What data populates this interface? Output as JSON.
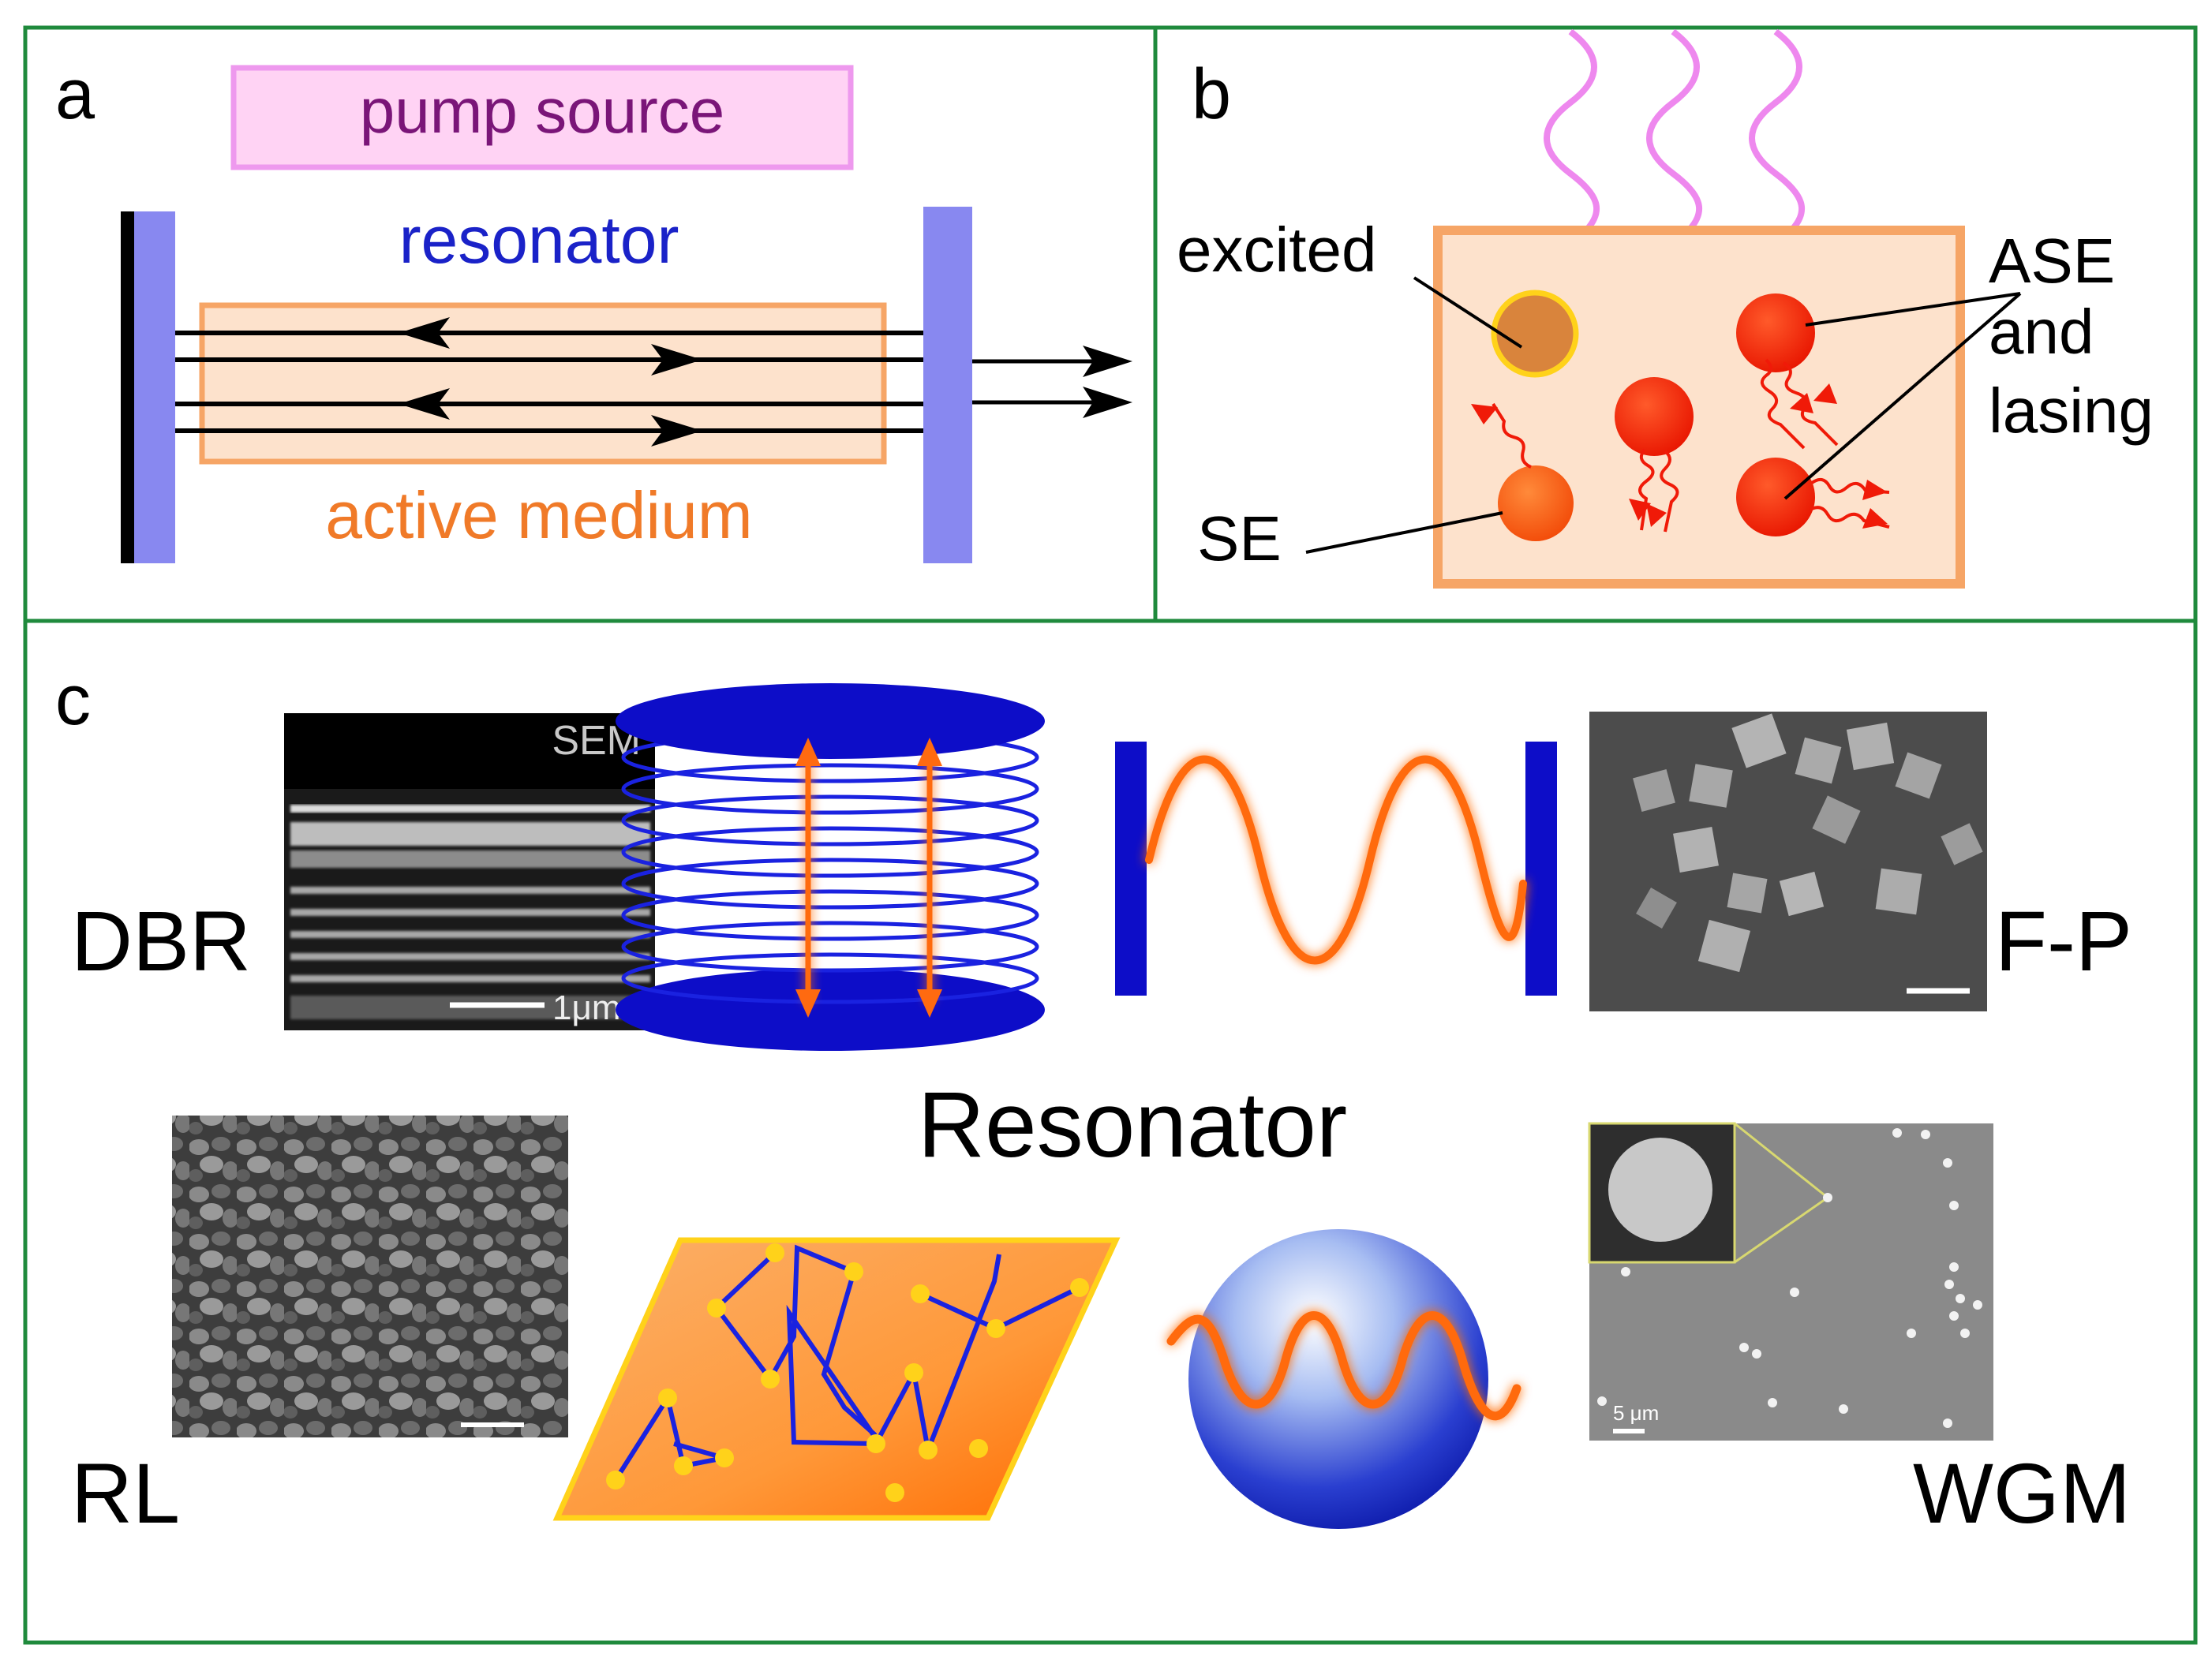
{
  "panel_a": {
    "letter": "a",
    "pump_label": "pump source",
    "resonator_label": "resonator",
    "medium_label": "active medium"
  },
  "panel_b": {
    "letter": "b",
    "excited_label": "excited",
    "ase_label_line1": "ASE",
    "ase_label_line2": "and",
    "ase_label_line3": "lasing",
    "se_label": "SE"
  },
  "panel_c": {
    "letter": "c",
    "dbr_label": "DBR",
    "sem_tag": "SEM",
    "dbr_scale": "1μm",
    "fp_label": "F-P",
    "center_title": "Resonator",
    "rl_label": "RL",
    "wgm_label": "WGM",
    "wgm_scale": "5 μm"
  },
  "colors": {
    "frame": "#1f8a3c",
    "mirror": "#8888f0",
    "medium": "#f6a566",
    "medium_fill": "#fde2cc",
    "pump": "#ee99ee",
    "deep_blue": "#0d0dc8",
    "laser_orange": "#ff6a10",
    "emitter_red": "#f21a08",
    "node_yellow": "#ffd21a"
  }
}
